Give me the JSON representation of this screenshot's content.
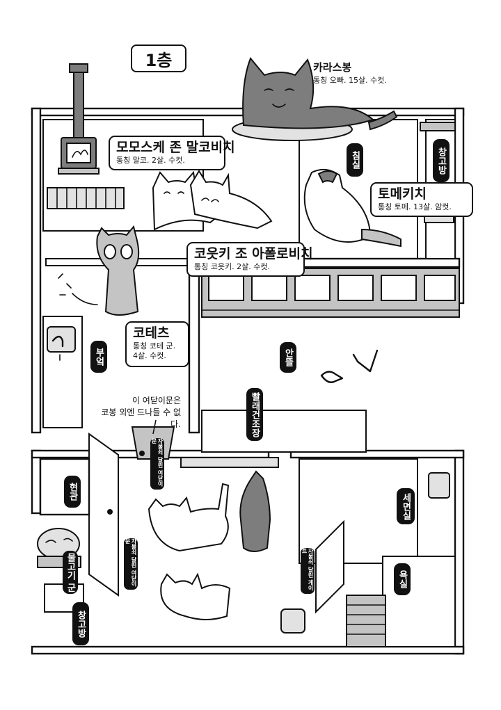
{
  "floor": {
    "label": "1층"
  },
  "cats": [
    {
      "name": "카라스봉",
      "info": "통칭 오빠. 15살. 수컷."
    },
    {
      "name": "모모스케 존 말코비치",
      "info": "통칭 말코. 2살. 수컷."
    },
    {
      "name": "토메키치",
      "info": "통칭 토메. 13살. 암컷."
    },
    {
      "name": "코읏키 조 아폴로비치",
      "info": "통칭 코읏키. 2살. 수컷."
    },
    {
      "name": "코테츠",
      "info_lines": [
        "통칭 코테 군.",
        "4살. 수컷."
      ]
    }
  ],
  "rooms": {
    "bedroom": "침실",
    "storage_top": "창고방",
    "kitchen": "부엌",
    "yard": "안뜰",
    "laundry": "빨래건조장",
    "entrance": "현관",
    "washroom": "세면실",
    "bathroom": "욕실",
    "fishtank": "물고기 군",
    "storage_bottom": "창고방"
  },
  "doors": {
    "door1": "자물쇠 달린 여닫이문",
    "door2": "자물쇠 달린 여닫이문",
    "gate": "자물쇠 달린 게이트"
  },
  "note": {
    "lines": [
      "이 여닫이문은",
      "코봉 외엔 드나들 수 없다."
    ]
  },
  "colors": {
    "ink": "#111111",
    "cat_dark": "#7d7d7d",
    "tile": "#c4c4c4"
  }
}
